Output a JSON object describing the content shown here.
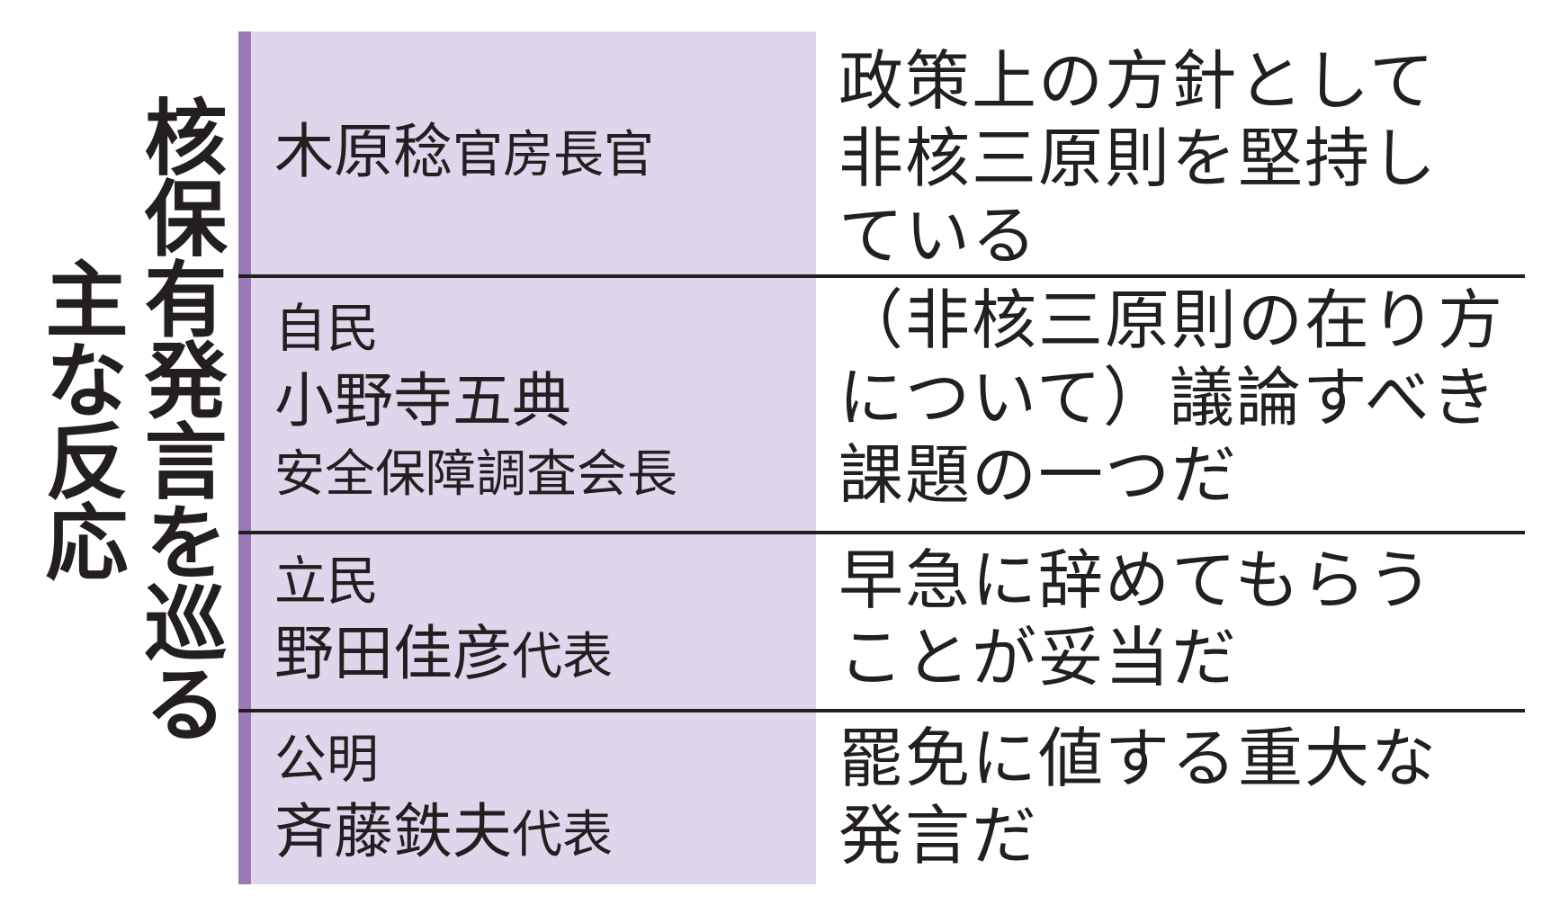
{
  "title": {
    "main": "核保有発言を巡る",
    "sub": "主な反応"
  },
  "colors": {
    "accent_bar": "#9b79b5",
    "panel_bg": "#e0d6eb",
    "divider": "#231f20",
    "text": "#231f20"
  },
  "rows": [
    {
      "party": "",
      "name": "木原稔",
      "title": "官房長官",
      "quote_lines": [
        "政策上の方針として",
        "非核三原則を堅持し",
        "ている"
      ]
    },
    {
      "party": "自民",
      "name": "小野寺五典",
      "title": "安全保障調査会長",
      "quote_lines": [
        "（非核三原則の在り方",
        "について）議論すべき",
        "課題の一つだ"
      ]
    },
    {
      "party": "立民",
      "name": "野田佳彦",
      "title": "代表",
      "quote_lines": [
        "早急に辞めてもらう",
        "ことが妥当だ"
      ]
    },
    {
      "party": "公明",
      "name": "斉藤鉄夫",
      "title": "代表",
      "quote_lines": [
        "罷免に値する重大な",
        "発言だ"
      ]
    }
  ]
}
